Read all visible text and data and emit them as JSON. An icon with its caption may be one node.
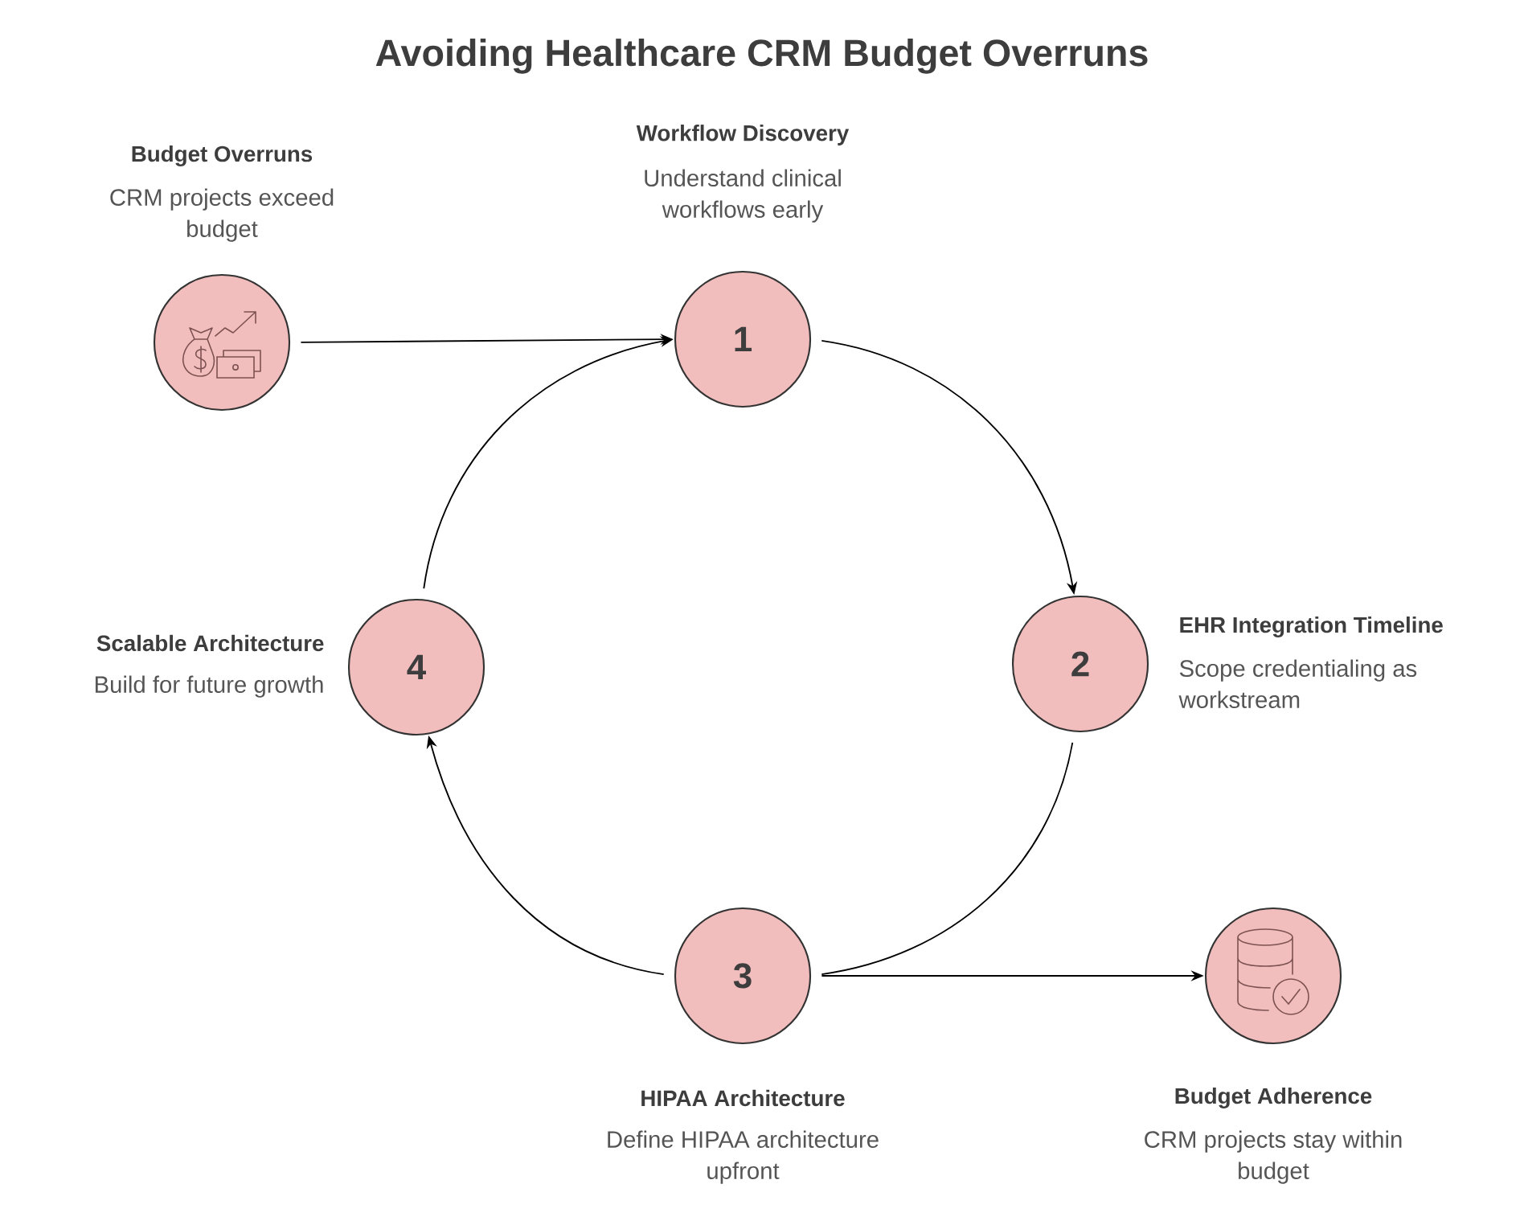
{
  "diagram": {
    "title": "Avoiding Healthcare CRM Budget Overruns",
    "nodes": [
      {
        "text": [],
        "shape": "circle",
        "beside": [
          "Budget Overruns",
          "CRM projects exceed budget"
        ]
      },
      {
        "text": [
          "1"
        ],
        "beside": [
          "Workflow Discovery",
          "Understand clinical workflows early"
        ]
      },
      {
        "text": [
          "2"
        ],
        "beside": [
          "EHR Integration Timeline",
          "Scope credentialing as workstream"
        ]
      },
      {
        "text": [
          "3"
        ],
        "beside": [
          "HIPAA Architecture",
          "Define HIPAA architecture upfront"
        ]
      },
      {
        "text": [
          "4"
        ],
        "beside": [
          "Scalable Architecture",
          "Build for future growth"
        ]
      },
      {
        "text": [],
        "shape": "circle",
        "beside": [
          "Budget Adherence",
          "CRM projects stay within budget"
        ]
      }
    ],
    "edges": [
      {
        "from": 0,
        "to": 1,
        "arrow": "to"
      },
      {
        "from": 1,
        "to": 2,
        "arrow": "to"
      },
      {
        "from": 2,
        "to": 3,
        "arrow": "none"
      },
      {
        "from": 3,
        "to": 4,
        "arrow": "to"
      },
      {
        "from": 4,
        "to": 1,
        "arrow": "to"
      },
      {
        "from": 3,
        "to": 5,
        "arrow": "to"
      }
    ]
  }
}
